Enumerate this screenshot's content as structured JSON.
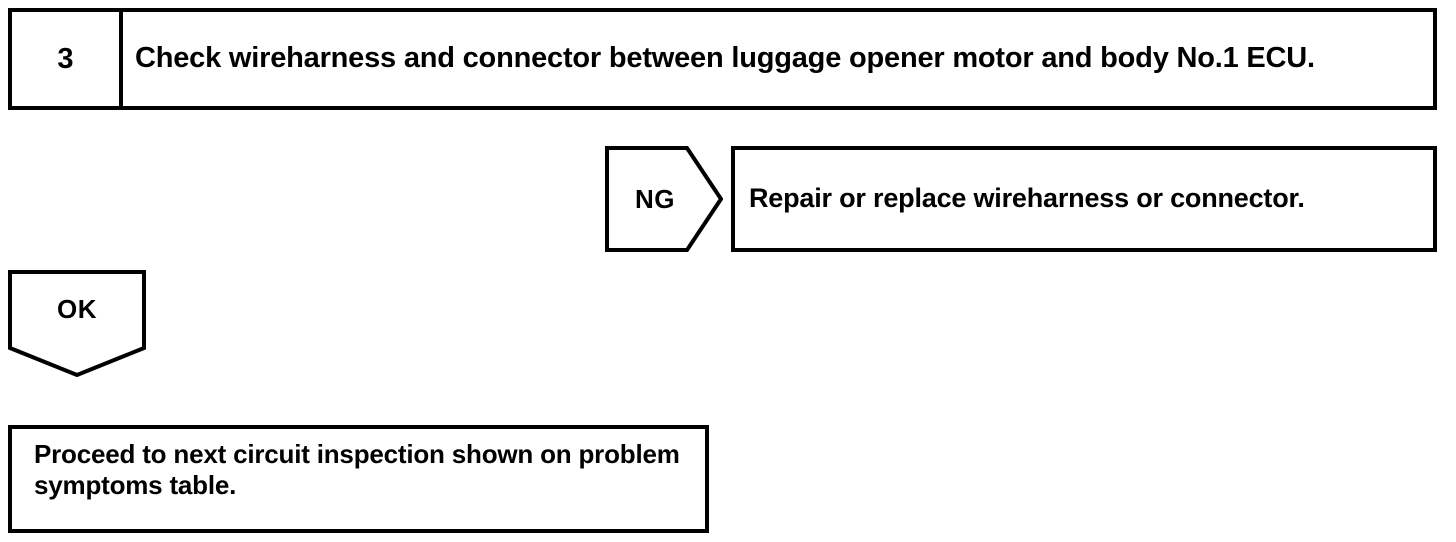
{
  "diagram": {
    "type": "troubleshooting-flowchart",
    "line_color": "#000000",
    "background_color": "#ffffff",
    "text_color": "#000000"
  },
  "step": {
    "number": "3",
    "instruction": "Check wireharness and connector between luggage opener motor and body No.1 ECU."
  },
  "branches": {
    "ng": {
      "label": "NG",
      "result": "Repair or replace wireharness or connector."
    },
    "ok": {
      "label": "OK",
      "result": "Proceed to next circuit inspection shown on problem symptoms table."
    }
  }
}
